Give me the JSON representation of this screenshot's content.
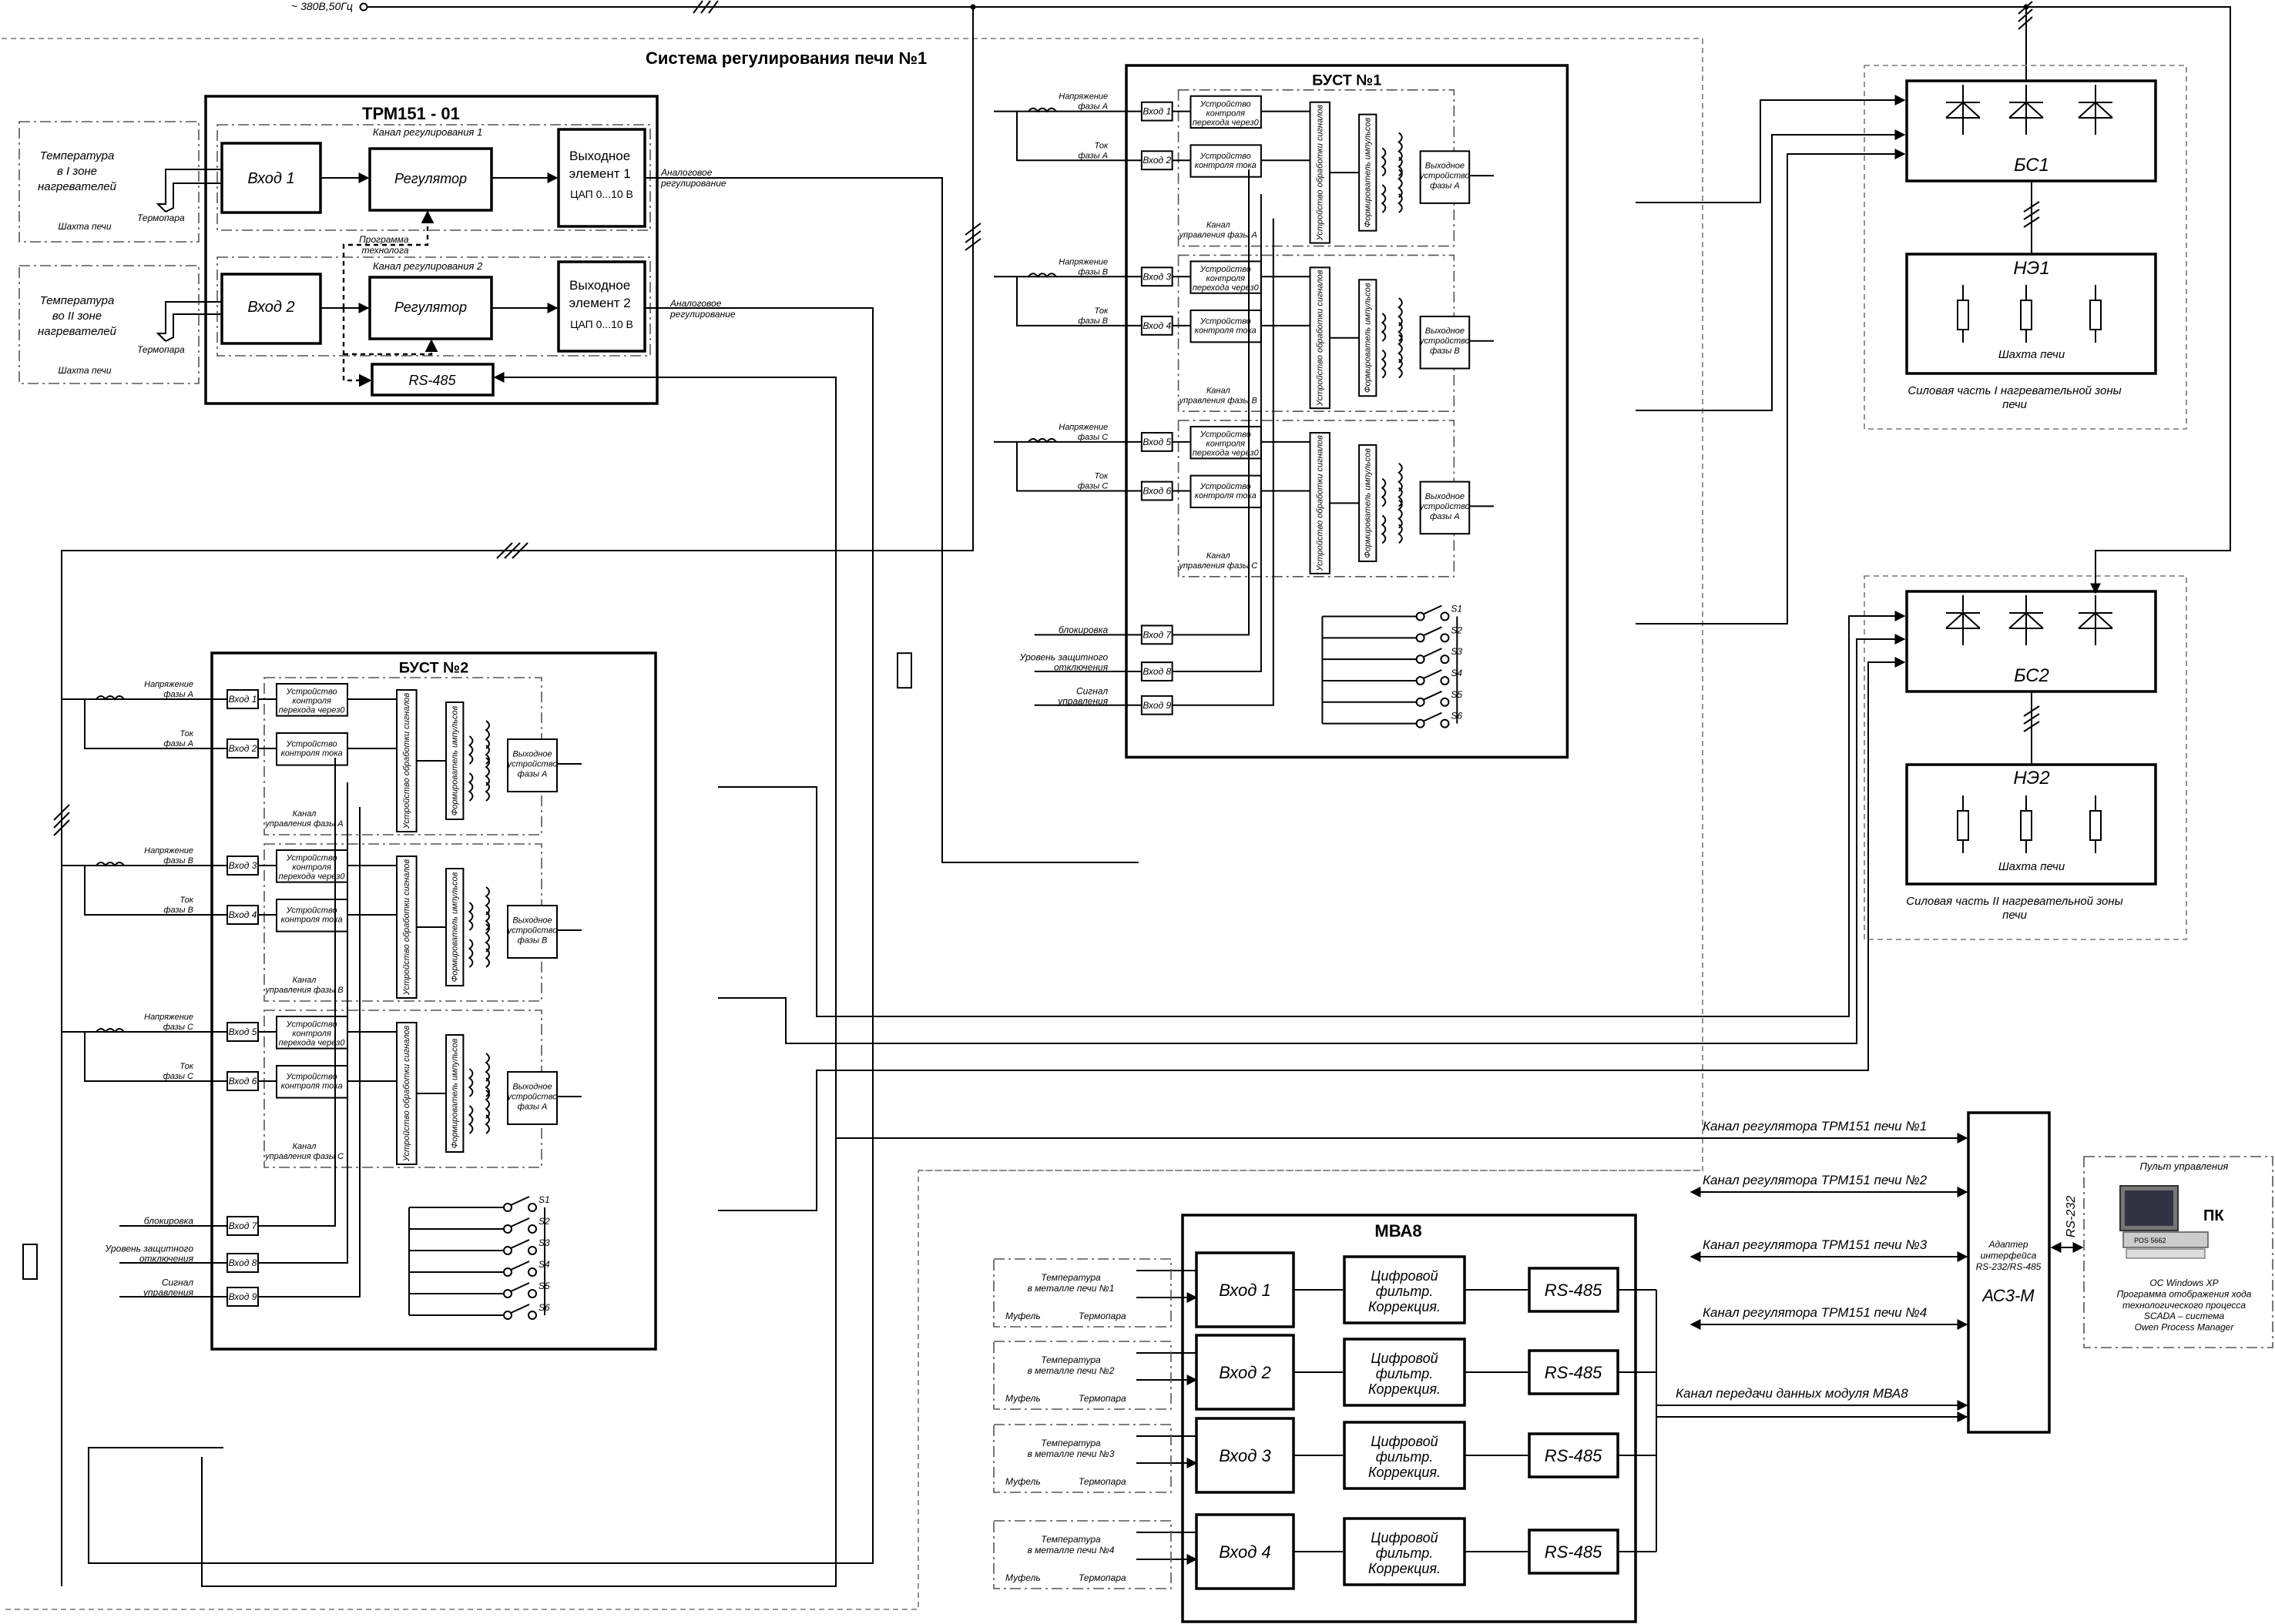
{
  "supply": "~ 380В,50Гц",
  "system_title": "Система регулирования печи №1",
  "trm": {
    "title": "ТРМ151 - 01",
    "ch1": "Канал регулирования 1",
    "ch2": "Канал регулирования 2",
    "in1": "Вход 1",
    "in2": "Вход 2",
    "reg": "Регулятор",
    "out1": [
      "Выходное",
      "элемент 1",
      "ЦАП 0...10 В"
    ],
    "out2": [
      "Выходное",
      "элемент 2",
      "ЦАП 0...10 В"
    ],
    "rs": "RS-485",
    "program": [
      "Программа",
      "технолога"
    ],
    "analog": [
      "Аналоговое",
      "регулирование"
    ]
  },
  "sensors": {
    "z1": [
      "Температура",
      "в I зоне",
      "нагревателей"
    ],
    "z2": [
      "Температура",
      "во II зоне",
      "нагревателей"
    ],
    "shaft": "Шахта печи",
    "thermocouple": "Термопара"
  },
  "bust1": {
    "title": "БУСТ №1",
    "last_phase": "A",
    "current_c": "Ток\nфазы C"
  },
  "bust2": {
    "title": "БУСТ №2",
    "last_phase": "A",
    "current_c": "Ток\nфазы С"
  },
  "bust_common": {
    "voltage": [
      "Напряжение\nфазы A",
      "Напряжение\nфазы B",
      "Напряжение\nфазы C"
    ],
    "current": [
      "Ток\nфазы A",
      "Ток\nфазы B"
    ],
    "zero_ctrl": [
      "Устройство",
      "контроля",
      "перехода через0"
    ],
    "cur_ctrl": [
      "Устройство",
      "контроля тока"
    ],
    "channel": [
      "Канал\nуправления фазы A",
      "Канал\nуправления фазы B",
      "Канал\nуправления фазы C"
    ],
    "proc": "Устройство обработки сигналов",
    "pulse": "Формирователь импульсов",
    "out_dev": "Выходное\nустройство\nфазы ",
    "inputs": [
      "Вход 1",
      "Вход 2",
      "Вход 3",
      "Вход 4",
      "Вход 5",
      "Вход 6",
      "Вход 7",
      "Вход 8",
      "Вход 9"
    ],
    "block": "блокировка",
    "protect": "Уровень защитного\nотключения",
    "signal": "Сигнал\nуправления",
    "switches": [
      "S1",
      "S2",
      "S3",
      "S4",
      "S5",
      "S6"
    ]
  },
  "power": {
    "bs1": "БС1",
    "bs2": "БС2",
    "ne1": "НЭ1",
    "ne2": "НЭ2",
    "shaft": "Шахта печи",
    "cap1": "Силовая часть  I нагревательной зоны\nпечи",
    "cap2": "Силовая часть  II нагревательной зоны\nпечи"
  },
  "mva": {
    "title": "МВА8",
    "inputs": [
      "Вход 1",
      "Вход 2",
      "Вход 3",
      "Вход 4"
    ],
    "filter": [
      "Цифровой",
      "фильтр.",
      "Коррекция."
    ],
    "rs": "RS-485",
    "temps": [
      "Температура\nв металле печи №1",
      "Температура\nв металле печи №2",
      "Температура\nв металле печи №3",
      "Температура\nв металле печи №4"
    ],
    "muffle": "Муфель",
    "thermocouple": "Термопара"
  },
  "acm": {
    "name": "АС3-М",
    "desc": "Адаптер\nинтерфейса\nRS-232/RS-485",
    "rs232": "RS-232",
    "channels": [
      "Канал регулятора ТРМ151 печи №1",
      "Канал регулятора ТРМ151 печи №2",
      "Канал регулятора ТРМ151 печи №3",
      "Канал регулятора ТРМ151 печи №4",
      "Канал передачи данных модуля МВА8"
    ]
  },
  "pc": {
    "title": "Пульт управления",
    "label": "ПК",
    "model": "POS 5662",
    "desc": "ОС Windows XP\nПрограмма отображения хода\nтехнологического процесса\nSCADA – система\nOwen Process Manager"
  }
}
